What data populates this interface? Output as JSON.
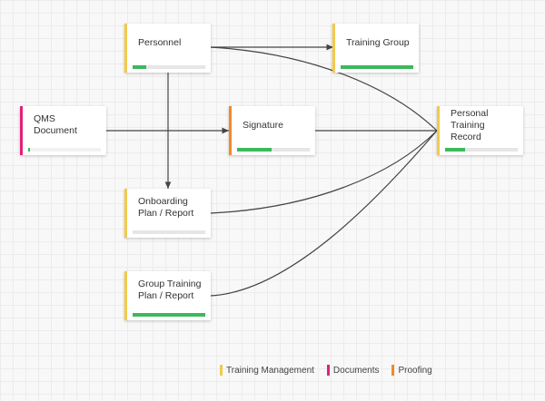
{
  "colors": {
    "training": "#f2c94c",
    "documents": "#e0217a",
    "proofing": "#ee8a2e",
    "progress": "#3cb95a",
    "edge": "#444444"
  },
  "nodes": {
    "personnel": {
      "label": "Personnel",
      "category": "training",
      "progress": 0.19
    },
    "training_group": {
      "label": "Training Group",
      "category": "training",
      "progress": 1.0
    },
    "qms_document": {
      "label": "QMS Document",
      "category": "documents",
      "progress": 0.02
    },
    "signature": {
      "label": "Signature",
      "category": "proofing",
      "progress": 0.47
    },
    "personal_training_record": {
      "label": "Personal Training Record",
      "category": "training",
      "progress": 0.27
    },
    "onboarding_plan": {
      "label": "Onboarding Plan / Report",
      "category": "training",
      "progress": 0
    },
    "group_training_plan": {
      "label": "Group Training Plan / Report",
      "category": "training",
      "progress": 1.0
    }
  },
  "edges": [
    {
      "from": "personnel",
      "to": "training_group"
    },
    {
      "from": "personnel",
      "to": "personal_training_record"
    },
    {
      "from": "personnel",
      "to": "onboarding_plan"
    },
    {
      "from": "qms_document",
      "to": "signature"
    },
    {
      "from": "signature",
      "to": "personal_training_record"
    },
    {
      "from": "onboarding_plan",
      "to": "personal_training_record"
    },
    {
      "from": "group_training_plan",
      "to": "personal_training_record"
    }
  ],
  "legend": [
    {
      "label": "Training Management",
      "category": "training"
    },
    {
      "label": "Documents",
      "category": "documents"
    },
    {
      "label": "Proofing",
      "category": "proofing"
    }
  ]
}
